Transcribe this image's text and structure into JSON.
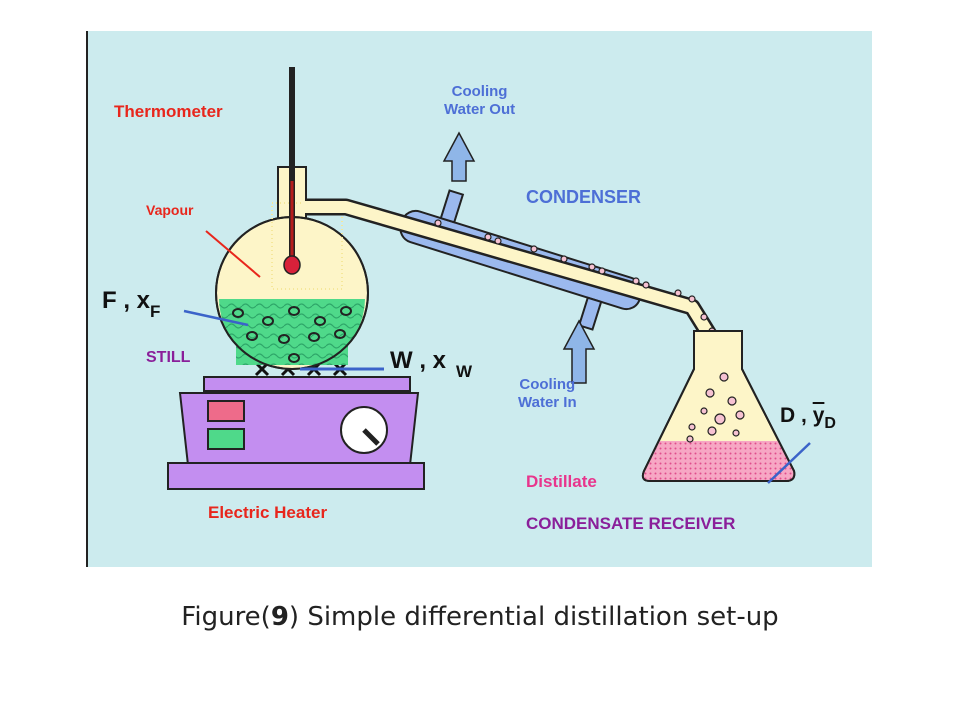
{
  "labels": {
    "thermometer": "Thermometer",
    "vapour": "Vapour",
    "feed_main": "F , x",
    "feed_sub": "F",
    "still": "STILL",
    "residue_main": "W , x",
    "residue_sub": "W",
    "heater": "Electric Heater",
    "cooling_out_1": "Cooling",
    "cooling_out_2": "Water Out",
    "condenser": "CONDENSER",
    "cooling_in_1": "Cooling",
    "cooling_in_2": "Water In",
    "distillate_pre": "D ,",
    "distillate_y": "y",
    "distillate_sub": "D",
    "distillate": "Distillate",
    "receiver": "CONDENSATE RECEIVER"
  },
  "caption": {
    "pre": "Figure(",
    "num": "9",
    "post": ") Simple differential distillation set-up"
  },
  "colors": {
    "background": "#ccebee",
    "liquid": "#4fd98a",
    "heater_body": "#c38ef0",
    "condenser_jacket": "#9bb9ee",
    "arrow": "#8fb6e8",
    "distillate": "#f7a7c4"
  }
}
